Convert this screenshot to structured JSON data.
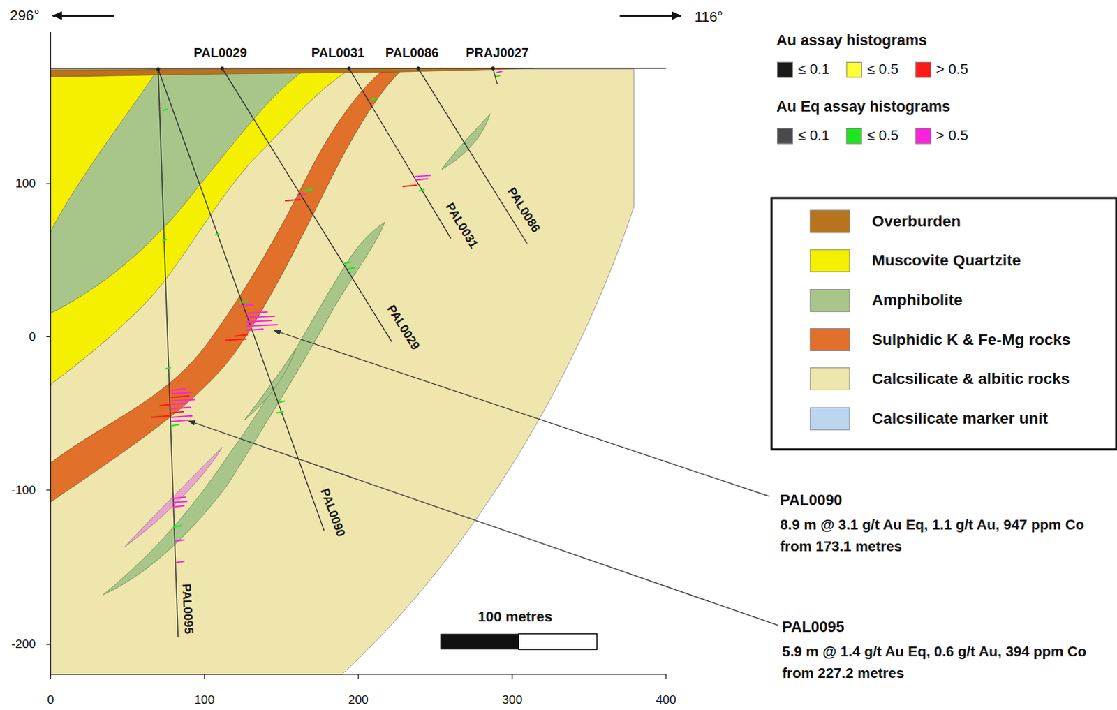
{
  "diagram": {
    "labels": [
      "296°",
      "116°",
      "PAL0029",
      "PAL0031",
      "PAL0086",
      "PRAJ0027",
      "PAL0031",
      "PAL0086",
      "PAL0029",
      "PAL0090",
      "PAL0095",
      "100",
      "0",
      "-100",
      "-200",
      "0",
      "100",
      "200",
      "300",
      "400",
      "100 metres",
      "Au assay histograms",
      "Au Eq assay histograms",
      "PAL0090",
      "8.9 m @ 3.1 g/t Au Eq, 1.1 g/t Au, 947 ppm Co from 173.1 metres",
      "PAL0095",
      "5.9 m @ 1.4 g/t Au Eq, 0.6 g/t Au, 394 ppm Co from 227.2 metres"
    ],
    "legend": [
      {
        "text": "≤ 0.1",
        "color": "#1a1a1a"
      },
      {
        "text": "≤ 0.5",
        "color": "#ffff33"
      },
      {
        "text": "> 0.5",
        "color": "#ff1a1a"
      },
      {
        "text": "≤ 0.1",
        "color": "#4a4a4a"
      },
      {
        "text": "≤ 0.5",
        "color": "#1ee61e"
      },
      {
        "text": "> 0.5",
        "color": "#ff22dd"
      },
      {
        "text": "Overburden",
        "color": "#b8731f"
      },
      {
        "text": "Muscovite Quartzite",
        "color": "#f5f000"
      },
      {
        "text": "Amphibolite",
        "color": "#a8c68a"
      },
      {
        "text": "Sulphidic K & Fe-Mg rocks",
        "color": "#e0702a"
      },
      {
        "text": "Calcsilicate & albitic rocks",
        "color": "#efe6ae"
      },
      {
        "text": "Calcsilicate marker unit",
        "color": "#bcd6f0"
      }
    ]
  }
}
